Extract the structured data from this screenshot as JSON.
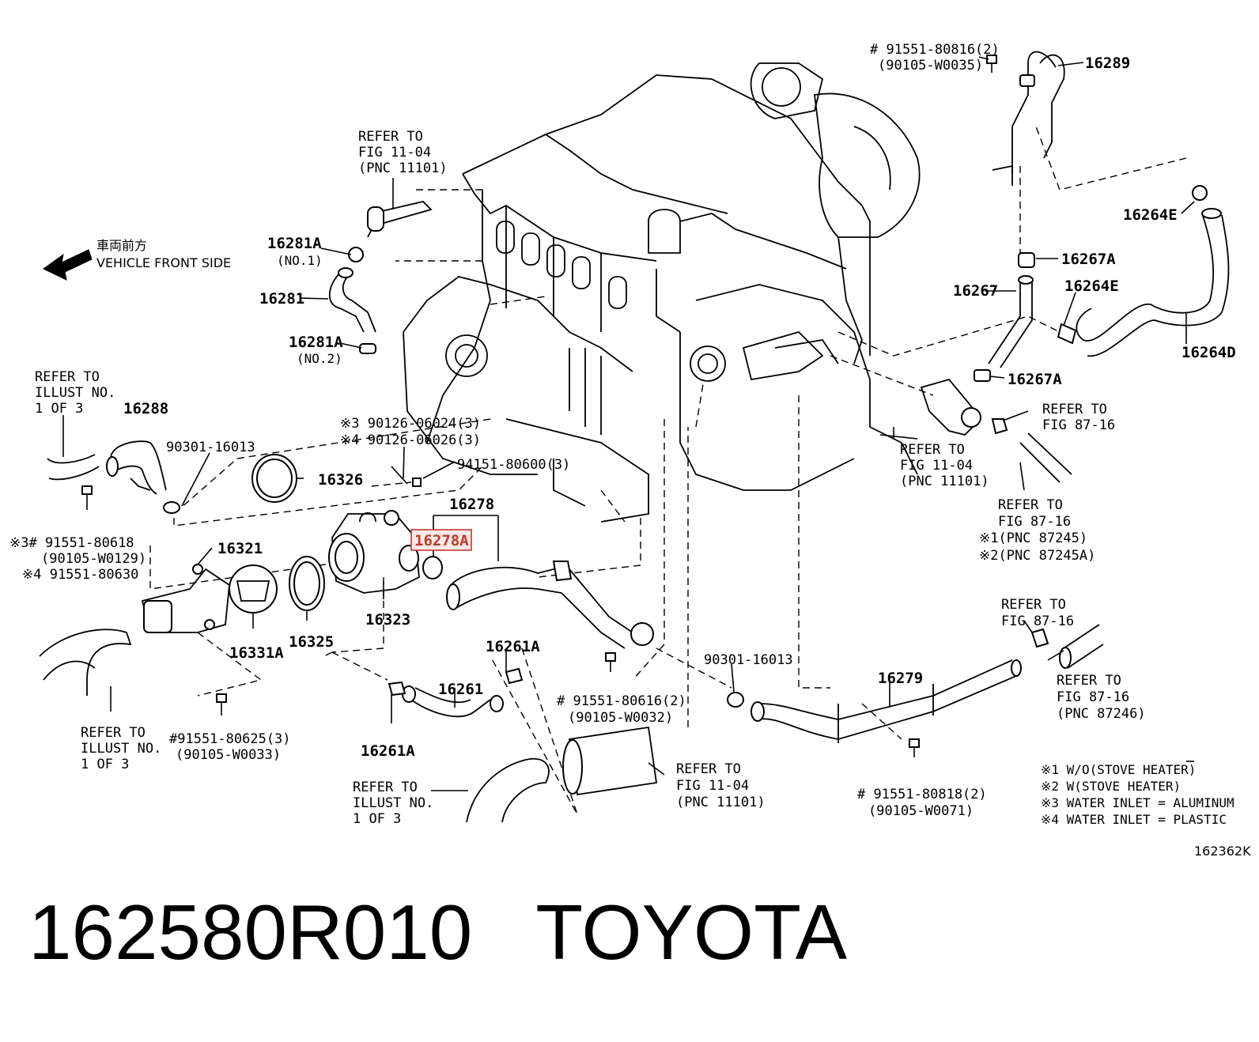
{
  "diagram": {
    "labels": {
      "pn16289": "16289",
      "bolt_top_1": "# 91551-80816(2)",
      "bolt_top_2": "(90105-W0035)",
      "refer1_1": "REFER TO",
      "refer1_2": "FIG 11-04",
      "refer1_3": "(PNC 11101)",
      "front_jp": "車両前方",
      "front_en": "VEHICLE FRONT SIDE",
      "pn16281A_1": "16281A",
      "no1": "(NO.1)",
      "pn16281": "16281",
      "pn16281A_2": "16281A",
      "no2": "(NO.2)",
      "pn16264E_top": "16264E",
      "pn16267A_top": "16267A",
      "pn16267": "16267",
      "pn16264E_mid": "16264E",
      "pn16264D": "16264D",
      "pn16267A_mid": "16267A",
      "refer_illust_1": "REFER TO",
      "refer_illust_2": "ILLUST NO.",
      "refer_illust_3": "1 OF 3",
      "pn16288": "16288",
      "pn90301_a": "90301-16013",
      "bolt_x3": "※3 90126-06024(3)",
      "bolt_x4": "※4 90126-06026(3)",
      "pn94151": "94151-80600(3)",
      "refer87_1": "REFER TO",
      "refer87_2": "FIG 87-16",
      "refer11b_1": "REFER TO",
      "refer11b_2": "FIG 11-04",
      "refer11b_3": "(PNC 11101)",
      "pn16326": "16326",
      "pn16278": "16278",
      "pn16278A": "16278A",
      "refer87b_1": "REFER TO",
      "refer87b_2": "FIG 87-16",
      "refer87b_3": "※1(PNC 87245)",
      "refer87b_4": "※2(PNC 87245A)",
      "bolt_left_1": "※3# 91551-80618",
      "bolt_left_2": "(90105-W0129)",
      "bolt_left_3": "※4 91551-80630",
      "pn16321": "16321",
      "pn16331A": "16331A",
      "pn16325": "16325",
      "pn16323": "16323",
      "pn16261A_top": "16261A",
      "pn16261": "16261",
      "pn16261A_bot": "16261A",
      "bolt_mid_1": "# 91551-80616(2)",
      "bolt_mid_2": "(90105-W0032)",
      "pn90301_b": "90301-16013",
      "pn16279": "16279",
      "refer87c_1": "REFER TO",
      "refer87c_2": "FIG 87-16",
      "refer87d_1": "REFER TO",
      "refer87d_2": "FIG 87-16",
      "refer87d_3": "(PNC 87246)",
      "refer_illust_b1": "REFER TO",
      "refer_illust_b2": "ILLUST NO.",
      "refer_illust_b3": "1 OF 3",
      "bolt_bl_1": "#91551-80625(3)",
      "bolt_bl_2": "(90105-W0033)",
      "refer_illust_c1": "REFER TO",
      "refer_illust_c2": "ILLUST NO.",
      "refer_illust_c3": "1 OF 3",
      "refer11c_1": "REFER TO",
      "refer11c_2": "FIG 11-04",
      "refer11c_3": "(PNC 11101)",
      "bolt_br_1": "# 91551-80818(2)",
      "bolt_br_2": "(90105-W0071)",
      "note1": "※1  W/O(STOVE HEATER)",
      "note2": "※2  W(STOVE HEATER)",
      "note3": "※3  WATER INLET = ALUMINUM",
      "note4": "※4  WATER INLET = PLASTIC",
      "fig_id": "162362K"
    }
  },
  "caption": {
    "part_number": "162580R010",
    "brand": "TOYOTA"
  }
}
